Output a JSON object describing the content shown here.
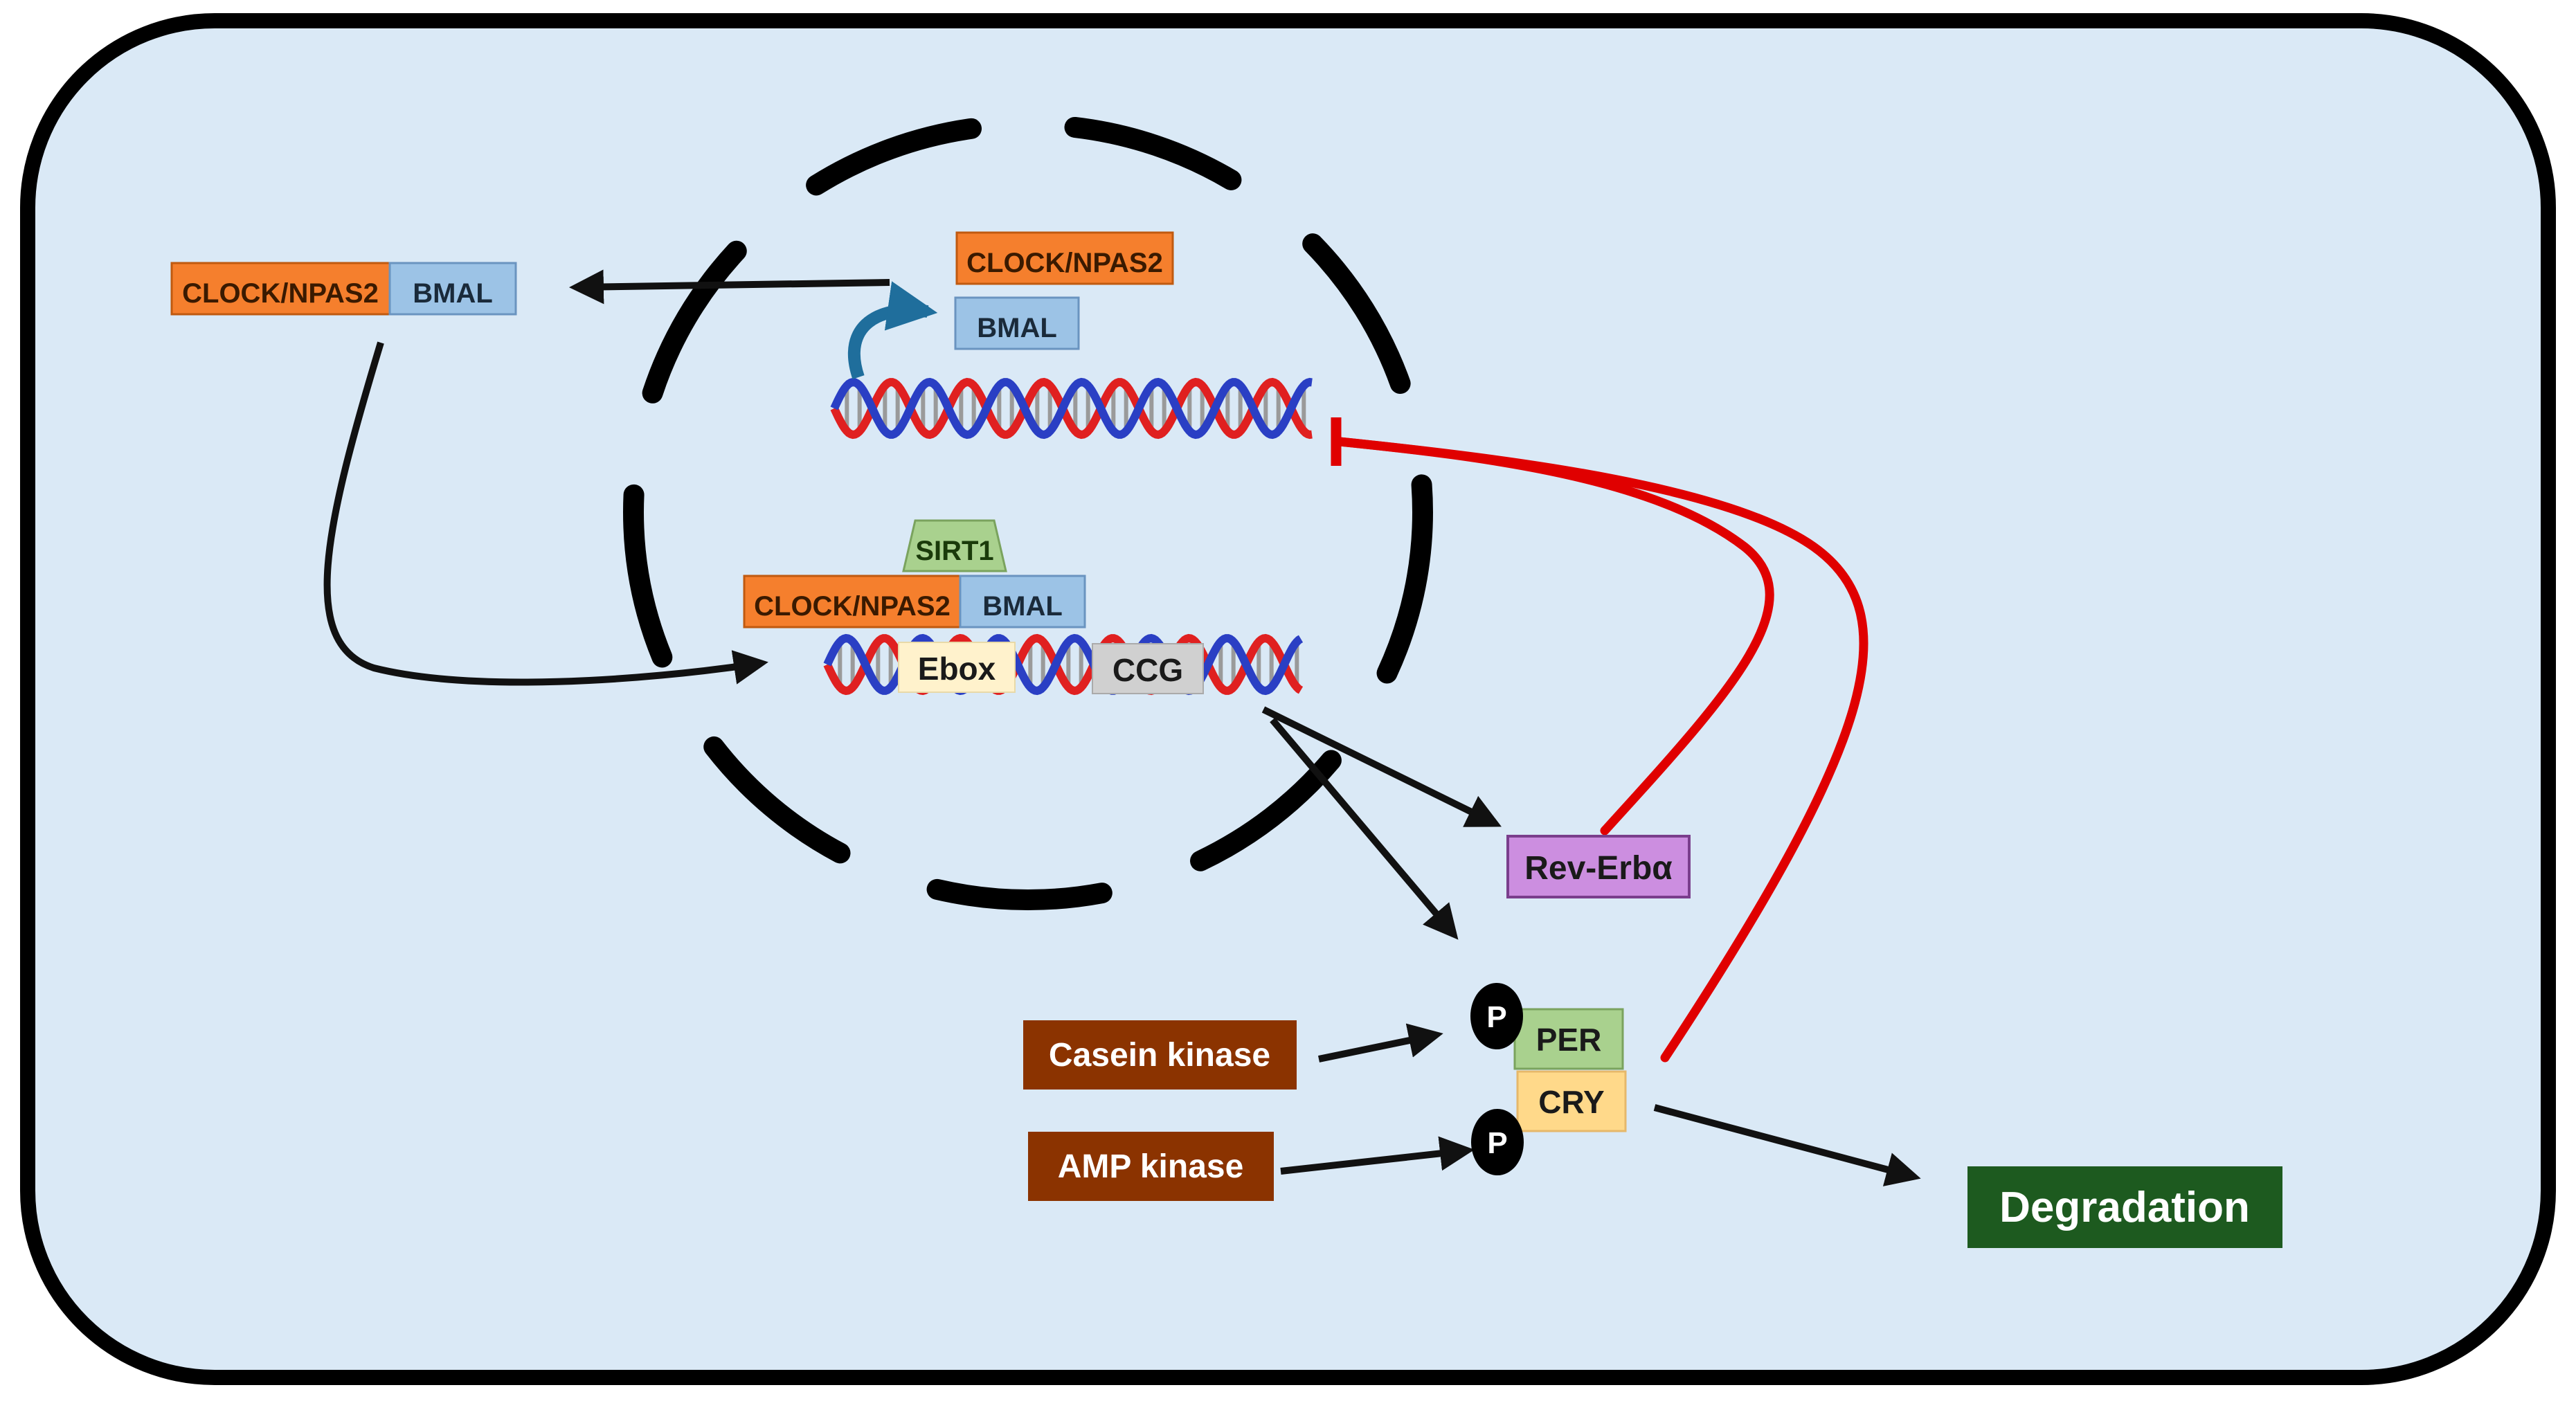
{
  "labels": {
    "clock_npas2": "CLOCK/NPAS2",
    "bmal": "BMAL",
    "sirt1": "SIRT1",
    "ebox": "Ebox",
    "ccg": "CCG",
    "rev_erba": "Rev-Erbα",
    "phospho": "P",
    "per": "PER",
    "cry": "CRY",
    "casein_kinase": "Casein kinase",
    "amp_kinase": "AMP kinase",
    "degradation": "Degradation"
  },
  "colors": {
    "cell_fill": "#dae9f6",
    "cell_border": "#000000",
    "clock_npas2": "#f57f2d",
    "bmal": "#9cc3e6",
    "sirt1": "#a9d18e",
    "ebox": "#fff2cc",
    "ccg": "#d0d0d0",
    "rev_erba": "#cc8ee0",
    "per": "#a9d18e",
    "cry": "#ffd98a",
    "kinase": "#8b3300",
    "degradation": "#1d5a1f",
    "inhibition": "#e00000",
    "activation": "#111111",
    "transcription_arrow": "#1f6e9c",
    "dna_strand_a": "#e02020",
    "dna_strand_b": "#2a3fc4"
  }
}
